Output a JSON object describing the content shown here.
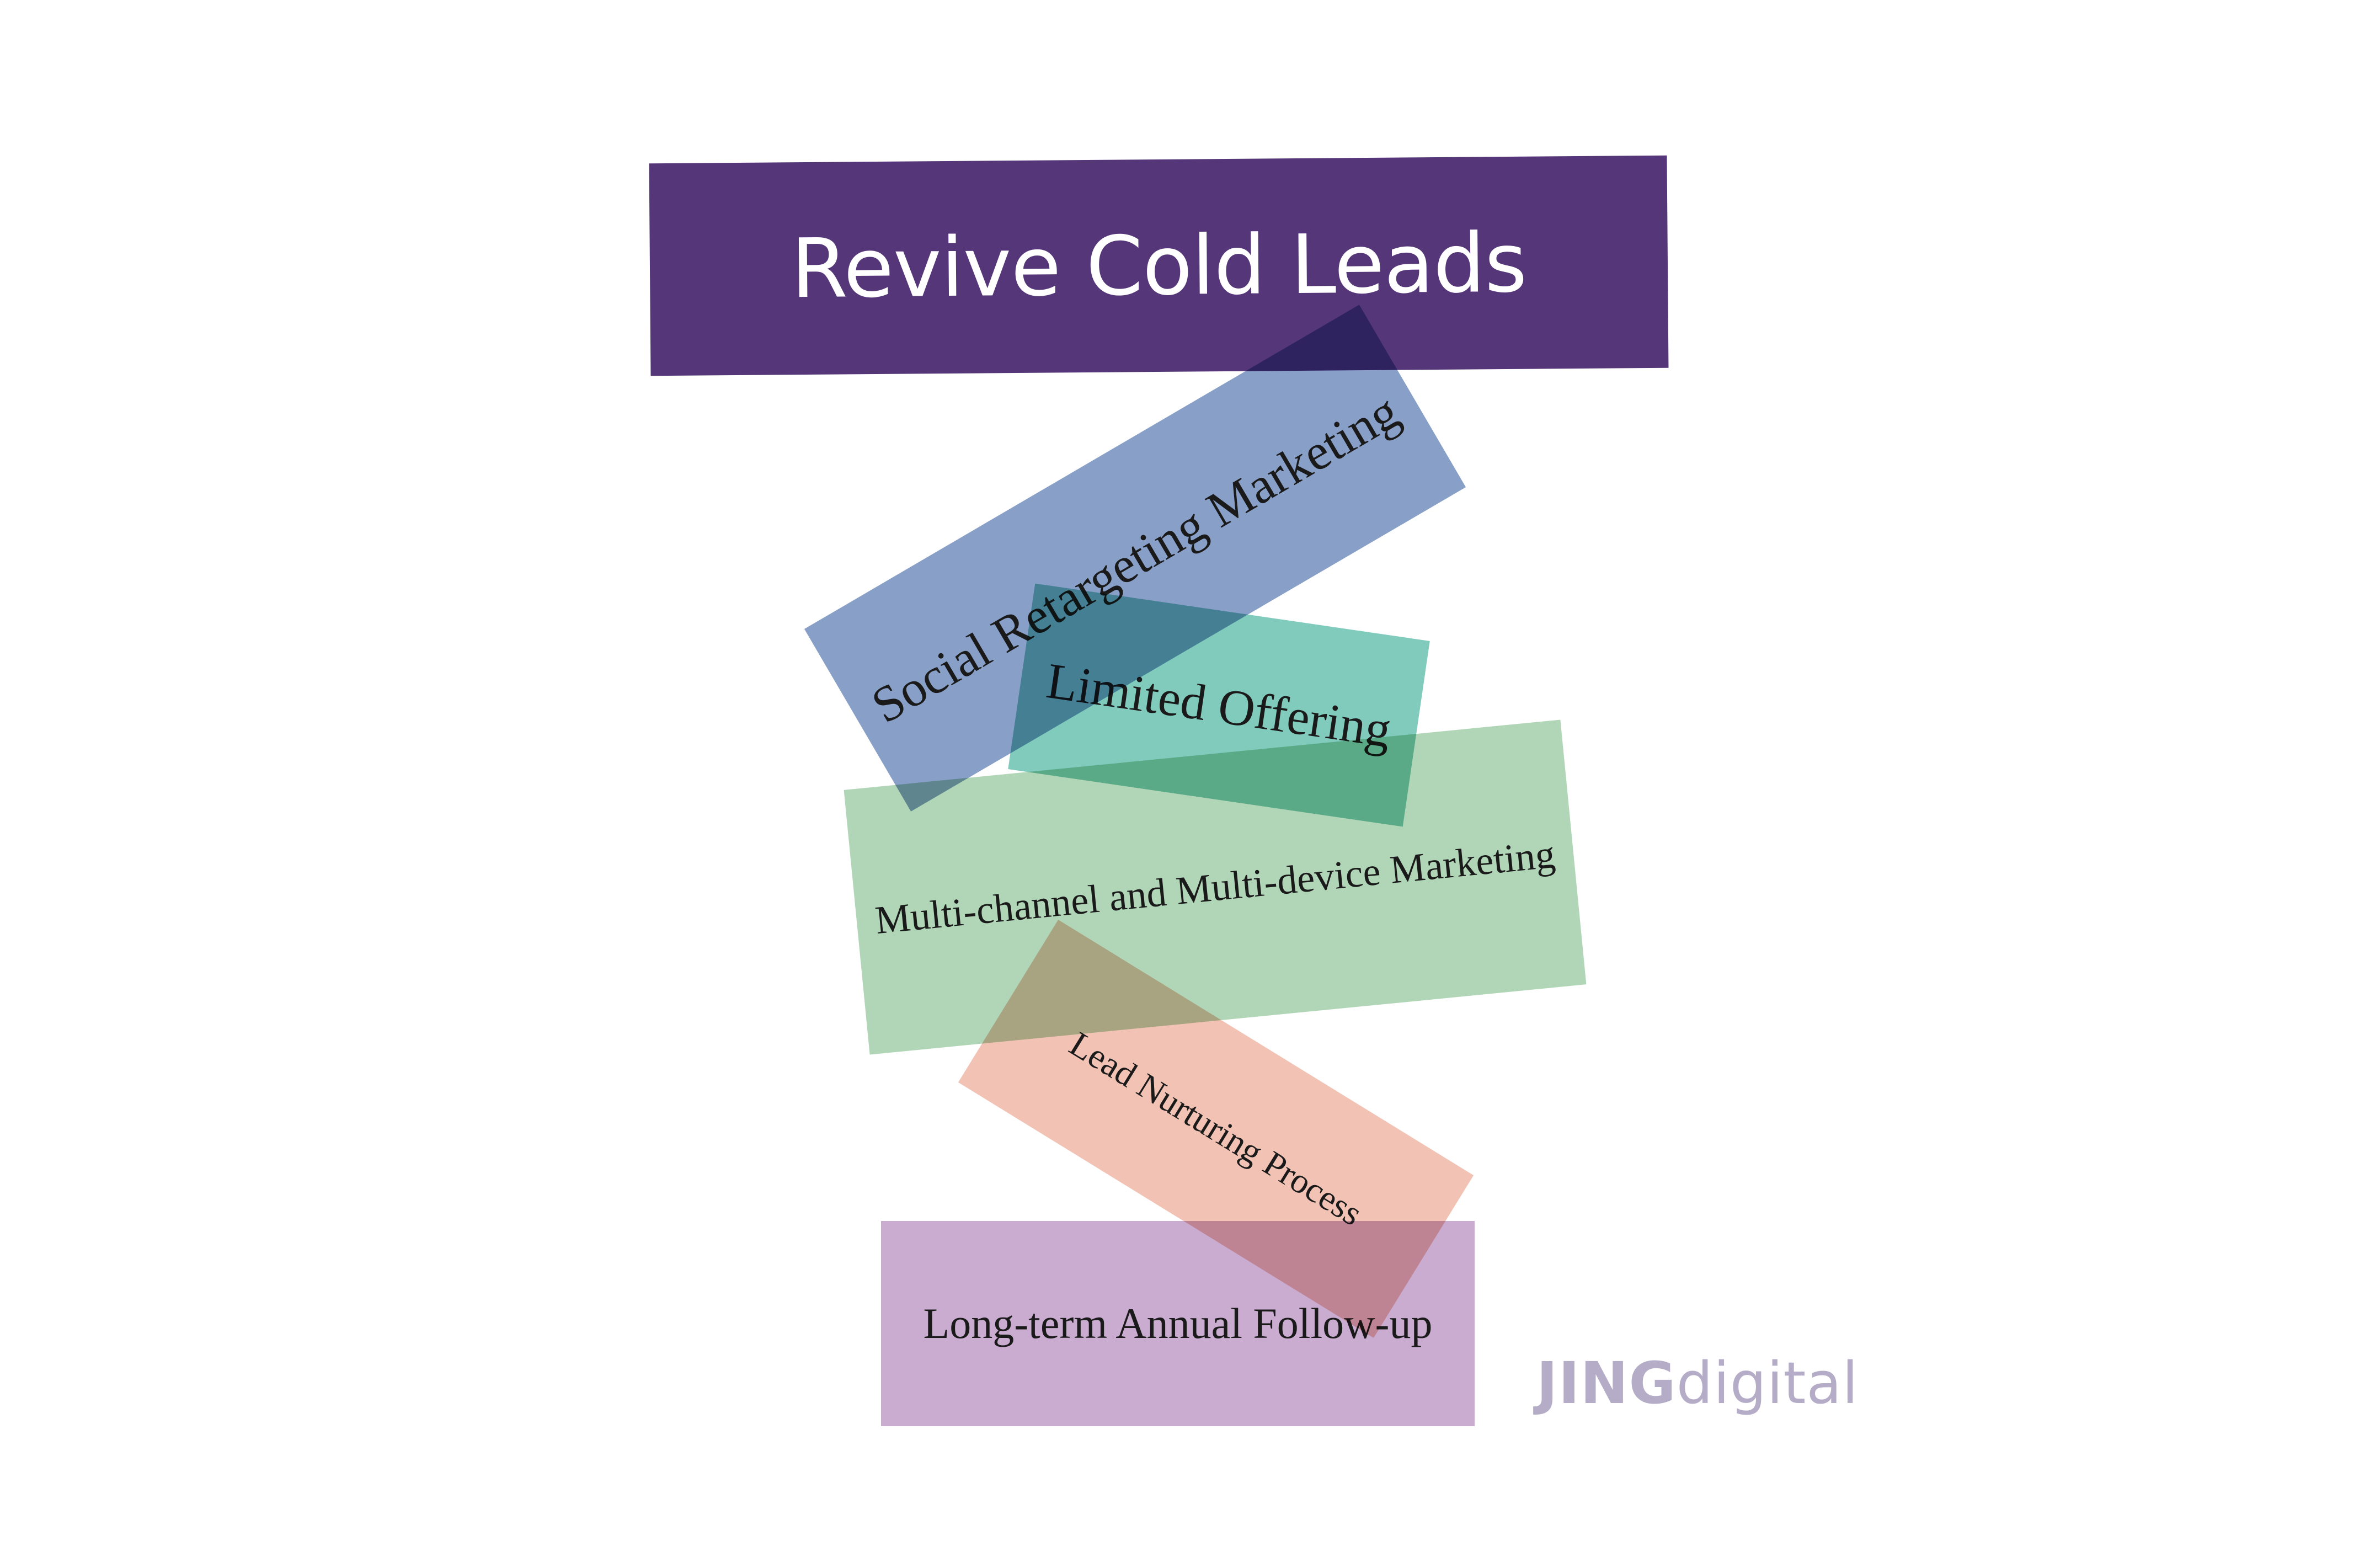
{
  "title": "Revive Cold Leads",
  "blocks": [
    {
      "label": "Social Retargeting Marketing",
      "color": "#6684b8"
    },
    {
      "label": "Limited Offering",
      "color": "#5ebdaa"
    },
    {
      "label": "Multi-channel and Multi-device Marketing",
      "color": "#96c89e"
    },
    {
      "label": "Lead Nurturing Process",
      "color": "#ecaa94"
    },
    {
      "label": "Long-term Annual Follow-up",
      "color": "#b48cbe"
    }
  ],
  "title_color": "#553779",
  "logo": {
    "strong": "JING",
    "light": "digital",
    "color": "#b5acc7"
  }
}
